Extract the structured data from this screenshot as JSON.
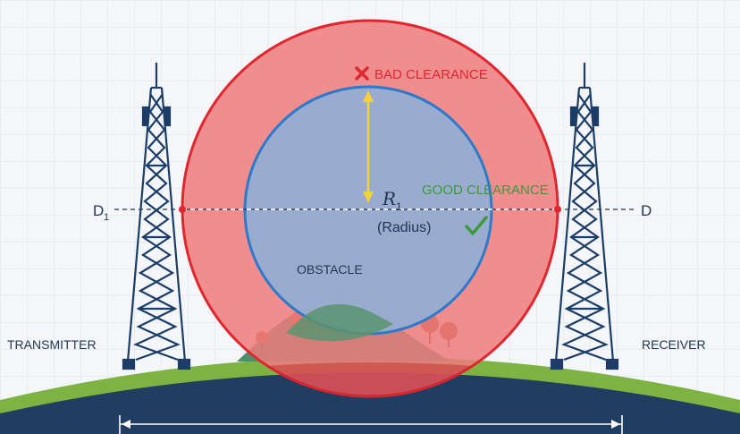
{
  "labels": {
    "bad_clearance": "BAD CLEARANCE",
    "good_clearance": "GOOD CLEARANCE",
    "radius_symbol": "R",
    "radius_subscript": "1",
    "radius_text": "(Radius)",
    "obstacle": "OBSTACLE",
    "transmitter": "TRANSMITTER",
    "receiver": "RECEIVER",
    "d1_main": "D",
    "d1_sub": "1",
    "d": "D"
  },
  "colors": {
    "background": "#f5f6f9",
    "grid": "#dfe3ec",
    "outer_zone_fill": "#ee7b7d",
    "outer_zone_stroke": "#e0262f",
    "inner_zone_fill": "#93aed3",
    "inner_zone_stroke": "#2f79c9",
    "tower": "#1c3d66",
    "ground_green": "#7cb342",
    "ground_navy": "#203e62",
    "hill": "#4e8f6b",
    "arrow": "#f3d23a",
    "bad": "#e0262f",
    "good": "#3c9a3a",
    "text_dark": "#1f3550"
  },
  "icons": {
    "bad_mark": "x-mark-icon",
    "good_mark": "check-mark-icon"
  }
}
